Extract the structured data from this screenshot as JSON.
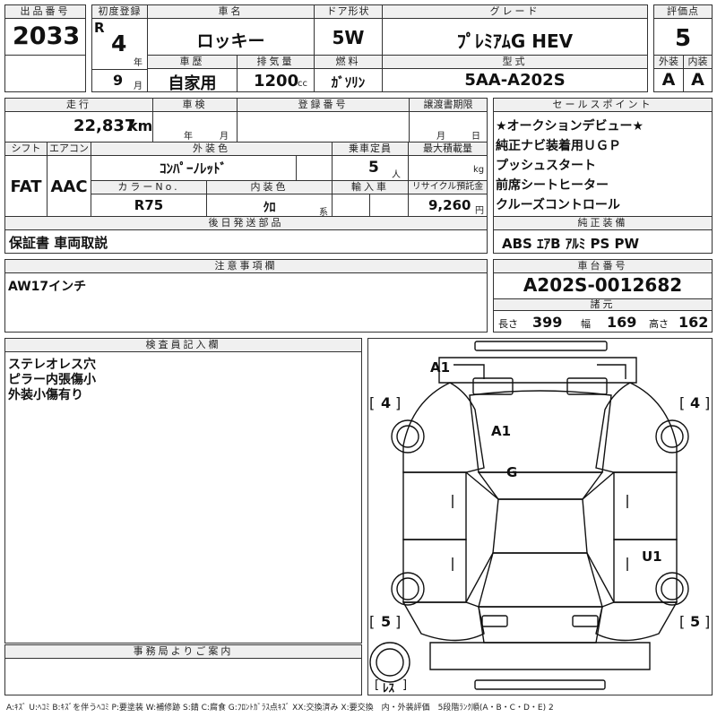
{
  "lot": {
    "label": "出品番号",
    "value": "2033"
  },
  "first_reg": {
    "label": "初度登録",
    "era": "R",
    "year": "4",
    "year_unit": "年",
    "month": "9",
    "month_unit": "月"
  },
  "car_name": {
    "label": "車名",
    "value": "ロッキー"
  },
  "door": {
    "label": "ドア形状",
    "value": "5W"
  },
  "grade": {
    "label": "グレード",
    "value": "ﾌﾟﾚﾐｱﾑG HEV"
  },
  "score": {
    "label": "評価点",
    "value": "5"
  },
  "history": {
    "label": "車歴",
    "value": "自家用"
  },
  "displacement": {
    "label": "排気量",
    "value": "1200",
    "unit": "cc"
  },
  "fuel": {
    "label": "燃料",
    "value": "ｶﾞｿﾘﾝ"
  },
  "model": {
    "label": "型式",
    "value": "5AA-A202S"
  },
  "exterior_grade": {
    "label": "外装",
    "value": "A"
  },
  "interior_grade": {
    "label": "内装",
    "value": "A"
  },
  "mileage": {
    "label": "走行",
    "value": "22,837",
    "unit": "km"
  },
  "inspection": {
    "label": "車検",
    "year_unit": "年",
    "month_unit": "月"
  },
  "registration_no": {
    "label": "登録番号"
  },
  "transfer_deadline": {
    "label": "譲渡書期限",
    "month_unit": "月",
    "day_unit": "日"
  },
  "shift": {
    "label": "シフト",
    "value": "FAT"
  },
  "aircon": {
    "label": "エアコン",
    "value": "AAC"
  },
  "exterior_color": {
    "label": "外装色",
    "value": "ｺﾝﾊﾟｰﾉﾚｯﾄﾞ"
  },
  "capacity": {
    "label": "乗車定員",
    "value": "5",
    "unit": "人"
  },
  "max_load": {
    "label": "最大積載量",
    "unit": "kg"
  },
  "color_no": {
    "label": "カラーNo.",
    "value": "R75"
  },
  "interior_color": {
    "label": "内装色",
    "value": "ｸﾛ",
    "unit": "系"
  },
  "import": {
    "label": "輸入車"
  },
  "recycle": {
    "label": "リサイクル預託金",
    "value": "9,260",
    "unit": "円"
  },
  "later_parts": {
    "label": "後日発送部品",
    "value": "保証書 車両取説"
  },
  "sales_points": {
    "label": "セールスポイント",
    "items": [
      "★オークションデビュー★",
      "純正ナビ装着用ＵＧＰ",
      "プッシュスタート",
      "前席シートヒーター",
      "クルーズコントロール"
    ]
  },
  "equipment": {
    "label": "純正装備",
    "value": "ABS ｴｱB ｱﾙﾐ PS PW"
  },
  "notes": {
    "label": "注意事項欄",
    "value": "AW17インチ"
  },
  "chassis": {
    "label": "車台番号",
    "value": "A202S-0012682"
  },
  "specs": {
    "label": "諸元",
    "length_label": "長さ",
    "length": "399",
    "width_label": "幅",
    "width": "169",
    "height_label": "高さ",
    "height": "162"
  },
  "inspector": {
    "label": "検査員記入欄",
    "lines": [
      "ステレオレス穴",
      "ピラー内張傷小",
      "外装小傷有り"
    ]
  },
  "office": {
    "label": "事務局よりご案内"
  },
  "diagram": {
    "marks": {
      "front": "A1",
      "roof": "A1",
      "glass": "G",
      "door": "U1"
    },
    "tires": {
      "front_left": "4",
      "front_right": "4",
      "rear_left": "5",
      "rear_right": "5"
    },
    "spare": "ﾚｽ"
  },
  "legend": "A:ｷｽﾞ U:ﾍｺﾐ B:ｷｽﾞを伴うﾍｺﾐ P:要塗装 W:補修跡 S:錆 C:腐食 G:ﾌﾛﾝﾄｶﾞﾗｽ点ｷｽﾞ XX:交換済み X:要交換　内・外装評価　5段階ﾗﾝｸ順(A・B・C・D・E) 2"
}
